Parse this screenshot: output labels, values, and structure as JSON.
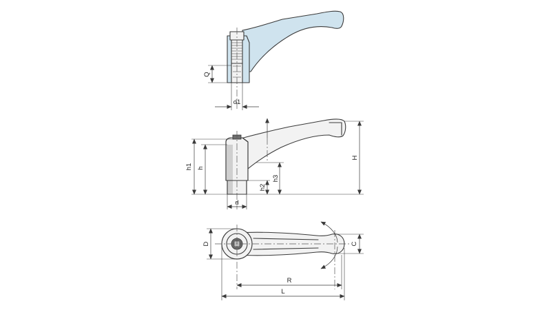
{
  "dimensions": {
    "Q": "Q",
    "d1": "d1",
    "h1": "h1",
    "h": "h",
    "d": "d",
    "h2": "h2",
    "h3": "h3",
    "H": "H",
    "D": "D",
    "C": "C",
    "R": "R",
    "L": "L"
  }
}
